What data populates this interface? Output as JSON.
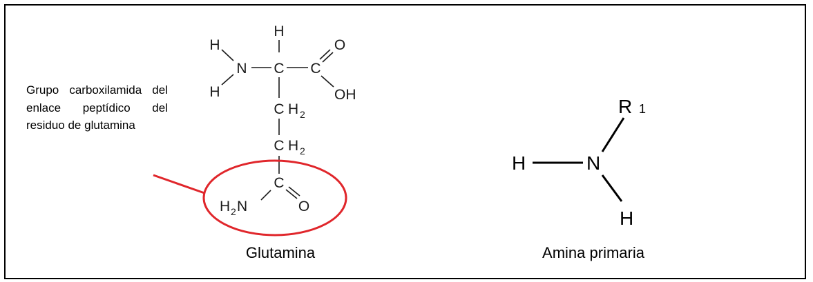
{
  "annotation": {
    "text": "Grupo carboxilamida del enlace peptídico del residuo de glutamina",
    "highlight_color": "#e0262b"
  },
  "glutamine": {
    "caption": "Glutamina",
    "atoms": {
      "h_top": "H",
      "h_upper_left": "H",
      "n_amino": "N",
      "h_lower_left": "H",
      "c_alpha": "C",
      "c_carboxyl": "C",
      "o_double": "O",
      "oh": "OH",
      "c_beta": "C",
      "h2_beta": "H",
      "sub_beta": "2",
      "c_gamma": "C",
      "h2_gamma": "H",
      "sub_gamma": "2",
      "c_amide": "C",
      "h_amide": "H",
      "sub_amide": "2",
      "n_amide": "N",
      "o_amide": "O"
    }
  },
  "primary_amine": {
    "caption": "Amina primaria",
    "atoms": {
      "r": "R",
      "r_sub": "1",
      "h_left": "H",
      "n": "N",
      "h_bottom": "H"
    }
  }
}
